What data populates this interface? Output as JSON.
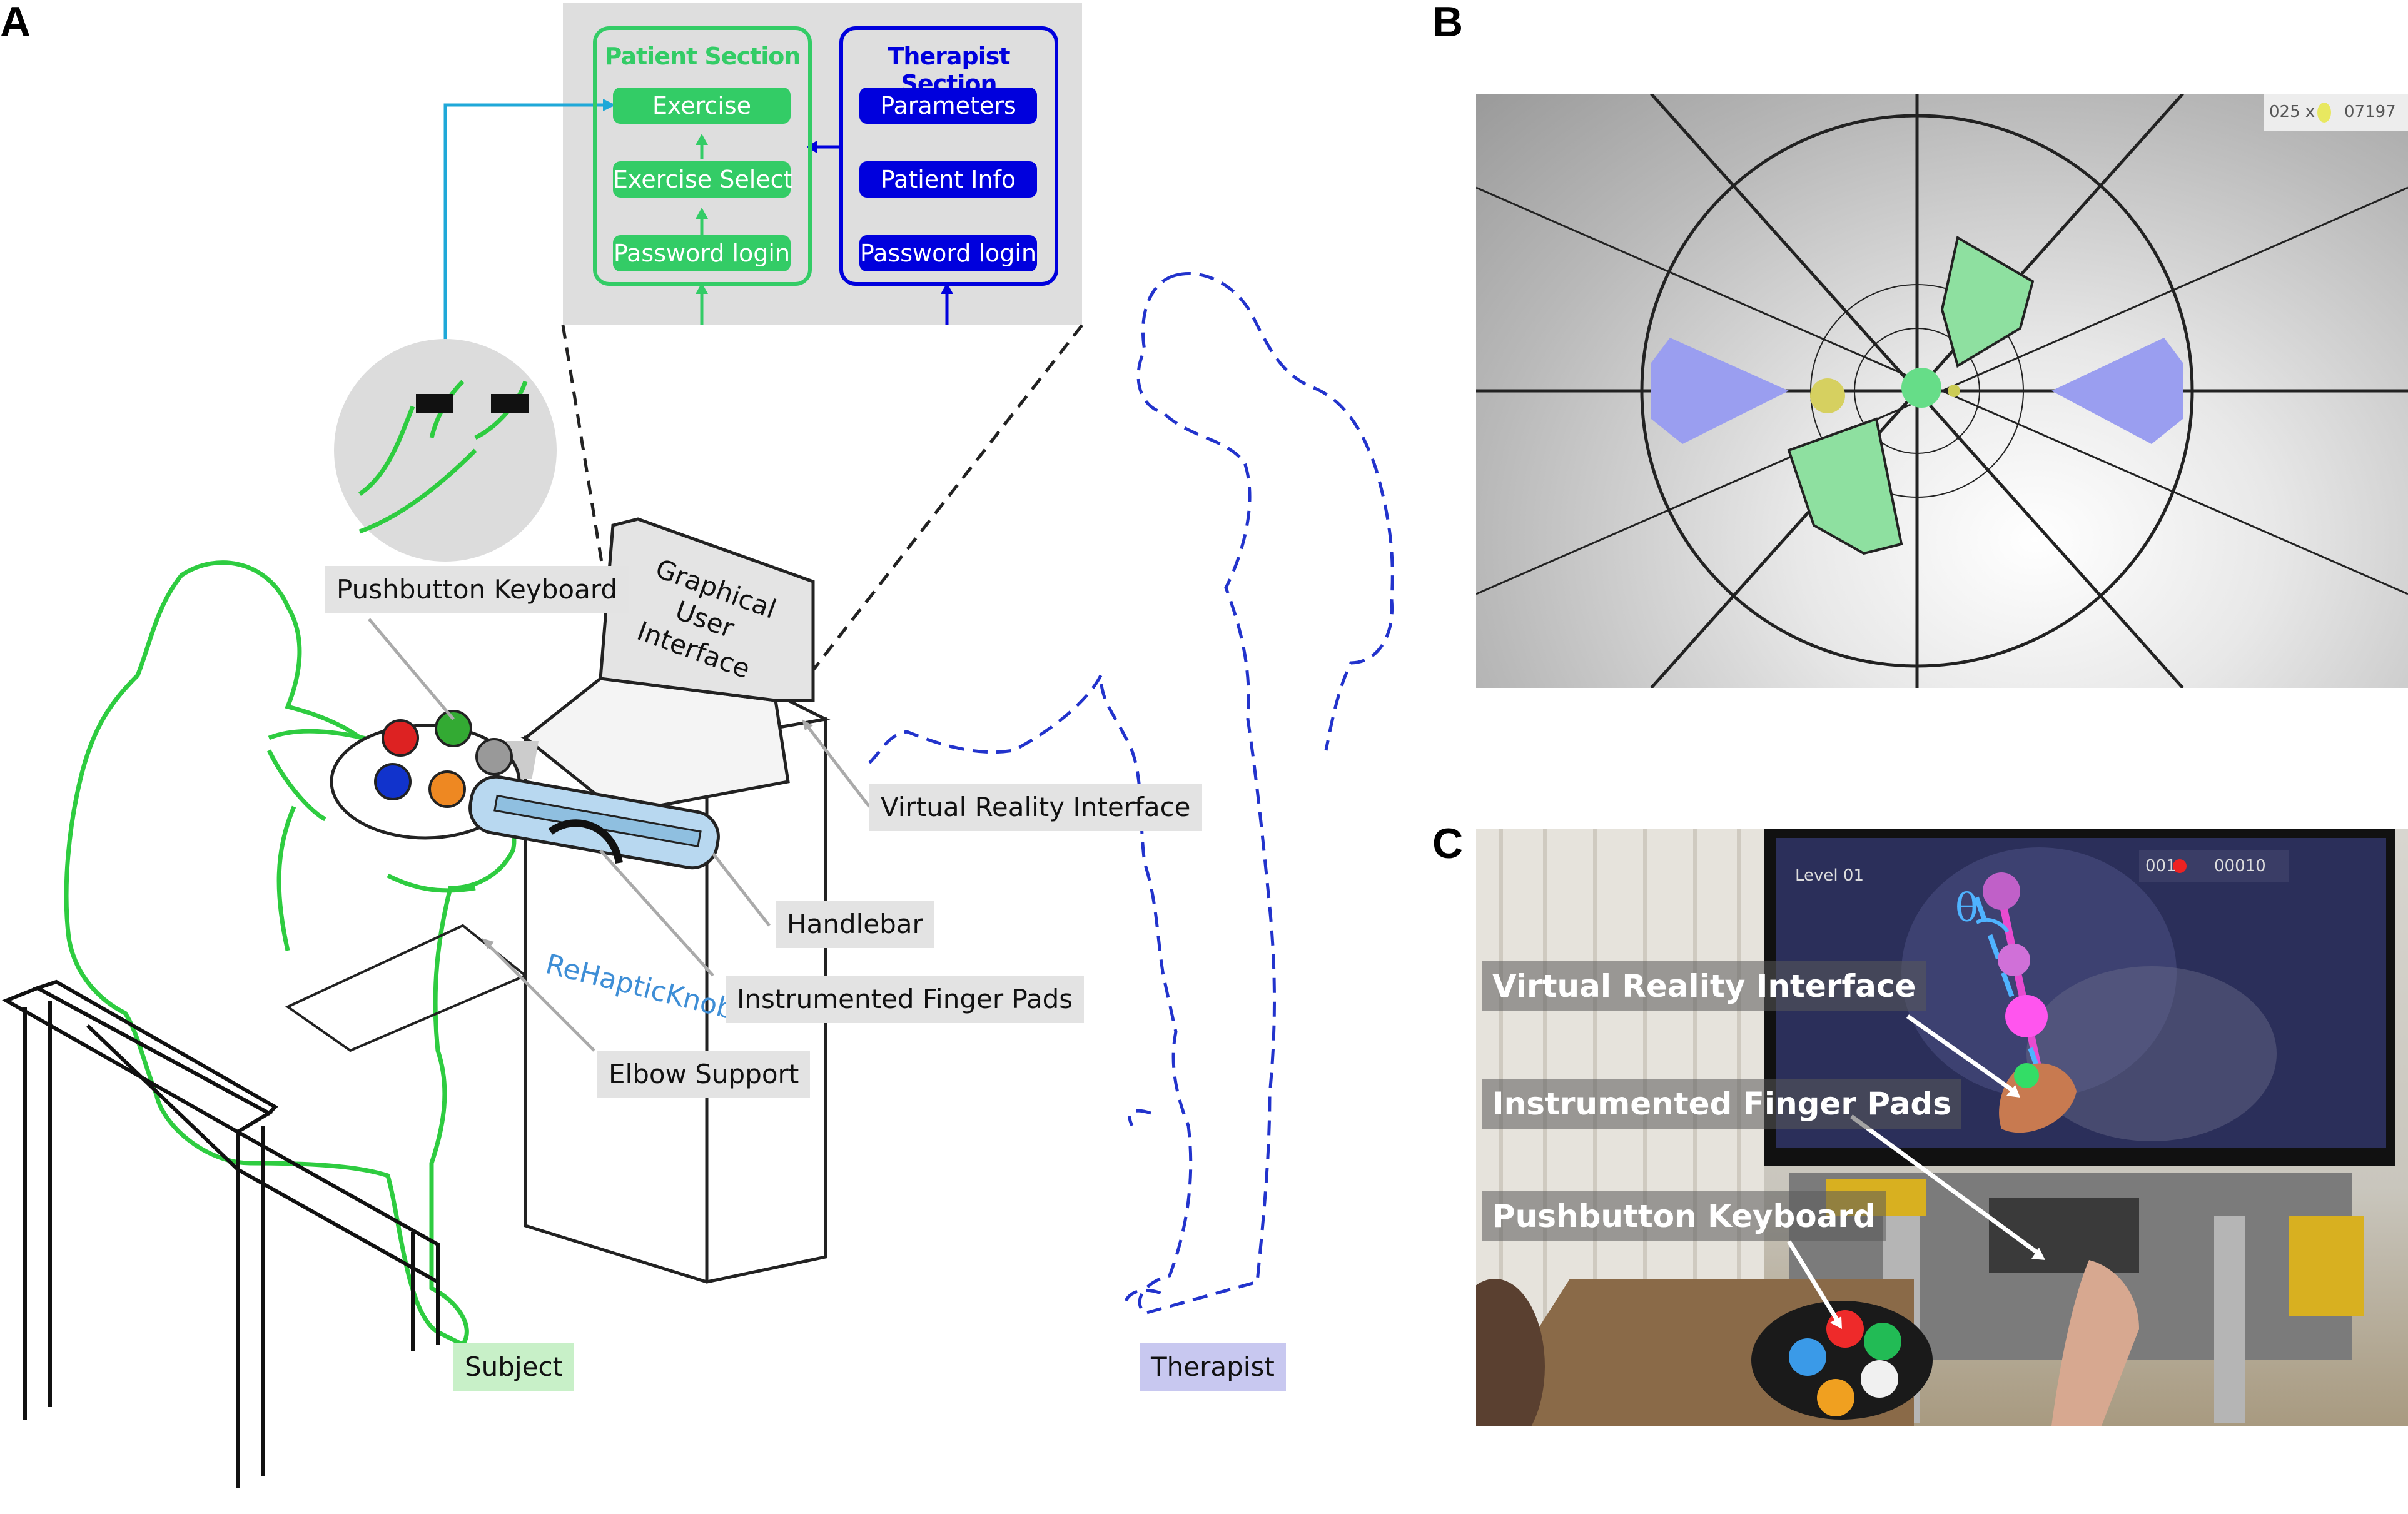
{
  "panels": {
    "a": "A",
    "b": "B",
    "c": "C"
  },
  "gui": {
    "patient_title": "Patient Section",
    "therapist_title": "Therapist Section",
    "patient_items": [
      "Exercise",
      "Exercise Select",
      "Password login"
    ],
    "therapist_items": [
      "Parameters",
      "Patient Info",
      "Password login"
    ]
  },
  "laptop_screen": {
    "line1": "Graphical",
    "line2": "User",
    "line3": "Interface"
  },
  "device_brand": "ReHapticKnob",
  "labels": {
    "pushbutton_keyboard": "Pushbutton Keyboard",
    "virtual_reality_interface": "Virtual Reality Interface",
    "handlebar": "Handlebar",
    "instrumented_finger_pads": "Instrumented Finger Pads",
    "elbow_support": "Elbow Support",
    "subject": "Subject",
    "therapist": "Therapist"
  },
  "panel_b": {
    "hud_count": "025 x",
    "hud_score": "07197"
  },
  "panel_c": {
    "level": "Level 01",
    "hud_count": "001",
    "hud_score": "00010",
    "theta": "θ",
    "captions": [
      "Virtual Reality Interface",
      "Instrumented Finger Pads",
      "Pushbutton Keyboard"
    ]
  },
  "colors": {
    "patient_green": "#33cc66",
    "therapist_blue": "#0000dd",
    "subject_outline": "#2ecc40",
    "therapist_dash": "#2233cc",
    "arrow_cyan": "#1fa8d8"
  }
}
